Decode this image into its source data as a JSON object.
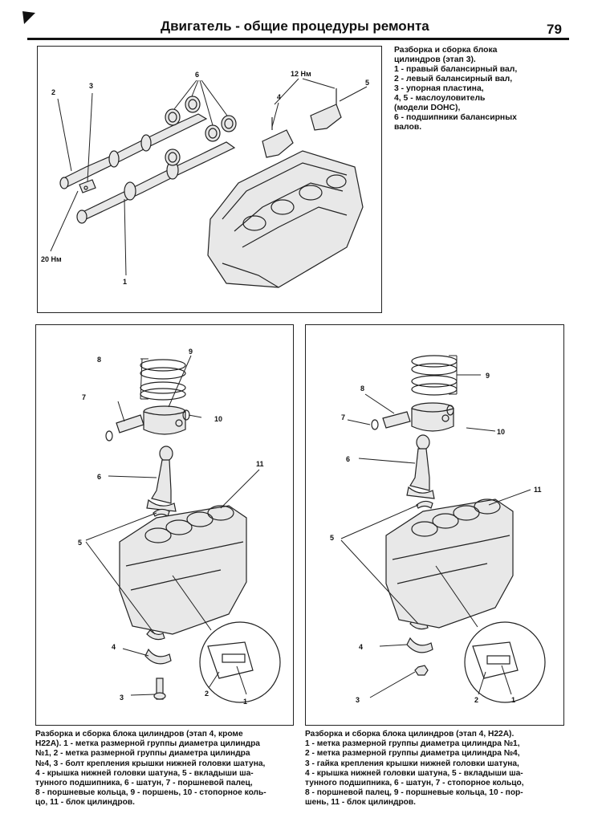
{
  "header": {
    "title": "Двигатель - общие процедуры ремонта",
    "page_number": "79"
  },
  "figure_top": {
    "caption_lines": [
      "Разборка и сборка блока",
      "цилиндров (этап 3).",
      "1 - правый балансирный вал,",
      "2 - левый балансирный вал,",
      "3 - упорная пластина,",
      "4, 5 - маслоуловитель",
      "(модели DOHC),",
      "6 - подшипники балансирных",
      "валов."
    ],
    "callouts": {
      "c1": "1",
      "c2": "2",
      "c3": "3",
      "c4": "4",
      "c5": "5",
      "c6": "6",
      "torque_12": "12 Нм",
      "torque_20": "20 Нм"
    }
  },
  "figure_left": {
    "callouts": {
      "c1": "1",
      "c2": "2",
      "c3": "3",
      "c4": "4",
      "c5": "5",
      "c6": "6",
      "c7": "7",
      "c8": "8",
      "c9": "9",
      "c10": "10",
      "c11": "11"
    },
    "caption_lines": [
      "Разборка и сборка блока цилиндров (этап 4, кроме",
      "H22A). 1 - метка размерной группы диаметра цилиндра",
      "№1, 2 - метка размерной группы диаметра цилиндра",
      "№4, 3 - болт крепления крышки нижней головки шатуна,",
      "4 - крышка нижней головки шатуна, 5 - вкладыши ша-",
      "тунного подшипника, 6 - шатун, 7 - поршневой палец,",
      "8 - поршневые кольца, 9 - поршень, 10 - стопорное коль-",
      "цо, 11 - блок цилиндров."
    ]
  },
  "figure_right": {
    "callouts": {
      "c1": "1",
      "c2": "2",
      "c3": "3",
      "c4": "4",
      "c5": "5",
      "c6": "6",
      "c7": "7",
      "c8": "8",
      "c9": "9",
      "c10": "10",
      "c11": "11"
    },
    "caption_lines": [
      "Разборка и сборка блока цилиндров (этап 4, H22A).",
      "1 - метка размерной группы диаметра цилиндра №1,",
      "2 - метка размерной группы диаметра цилиндра №4,",
      "3 - гайка крепления крышки нижней головки шатуна,",
      "4 - крышка нижней головки шатуна, 5 - вкладыши ша-",
      "тунного подшипника, 6 - шатун, 7 - стопорное кольцо,",
      "8 - поршневой палец, 9 - поршневые кольца, 10 - пор-",
      "шень, 11 - блок цилиндров."
    ]
  }
}
